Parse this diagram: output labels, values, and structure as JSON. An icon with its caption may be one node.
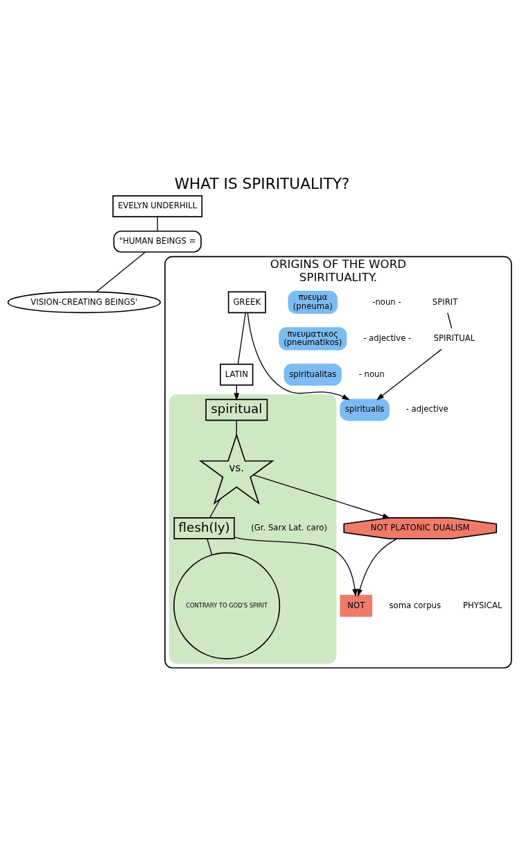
{
  "diagram": {
    "title": "WHAT IS SPIRITUALITY?",
    "nodes": [
      {
        "text": [
          "EVELYN UNDERHILL"
        ]
      },
      {
        "text": [
          "\"HUMAN BEINGS ="
        ]
      },
      {
        "text": [
          "VISION-CREATING BEINGS'"
        ]
      },
      {
        "text": [
          "ORIGINS OF THE WORD",
          "SPIRITUALITY."
        ]
      },
      {
        "text": [
          "GREEK"
        ],
        "in": 3
      },
      {
        "text": [
          "LATIN"
        ],
        "in": 3
      },
      {
        "text": [
          "πνευμα",
          "(pneuma)"
        ],
        "in": 3
      },
      {
        "text": [
          "SPIRIT"
        ],
        "in": 3
      },
      {
        "text": [
          "πνευματικος",
          "(pneumatikos)"
        ],
        "in": 3
      },
      {
        "text": [
          "SPIRITUAL"
        ],
        "in": 3
      },
      {
        "text": [
          "spiritualitas"
        ],
        "in": 3
      },
      {
        "text": [
          "spiritualis"
        ],
        "in": 3
      },
      {
        "text": [],
        "shape": "band",
        "in": 3
      },
      {
        "text": [
          "spiritual"
        ],
        "in": 12
      },
      {
        "text": [
          "vs."
        ],
        "in": 12
      },
      {
        "text": [
          "flesh(ly)"
        ],
        "beside": [
          "(Gr. Sarx Lat. caro)"
        ],
        "in": 12
      },
      {
        "text": [
          "CONTRARY TO GOD'S SPIRIT"
        ],
        "in": 12
      },
      {
        "text": [
          "NOT PLATONIC DUALISM"
        ],
        "in": 3
      },
      {
        "text": [
          "NOT"
        ],
        "in": 3
      }
    ],
    "edges": [
      {
        "from": 0,
        "to": 1,
        "arrow": "none"
      },
      {
        "from": 1,
        "to": 2,
        "arrow": "none"
      },
      {
        "from": 4,
        "to": 5,
        "arrow": "none"
      },
      {
        "from": 7,
        "to": 9,
        "arrow": "none"
      },
      {
        "from": 9,
        "to": 11,
        "arrow": "to"
      },
      {
        "from": 4,
        "to": 11,
        "arrow": "to"
      },
      {
        "from": 5,
        "to": 13,
        "arrow": "to"
      },
      {
        "from": 13,
        "to": 14,
        "arrow": "none"
      },
      {
        "from": 14,
        "to": 15,
        "arrow": "none"
      },
      {
        "from": 15,
        "to": 16,
        "arrow": "none"
      },
      {
        "from": 14,
        "to": 17,
        "arrow": "to"
      },
      {
        "from": 15,
        "to": 18,
        "arrow": "to"
      },
      {
        "from": 17,
        "to": 18,
        "arrow": "to"
      }
    ],
    "labels": [
      "-noun -",
      "- adjective -",
      "- noun",
      "- adjective",
      "soma corpus",
      "PHYSICAL"
    ]
  }
}
